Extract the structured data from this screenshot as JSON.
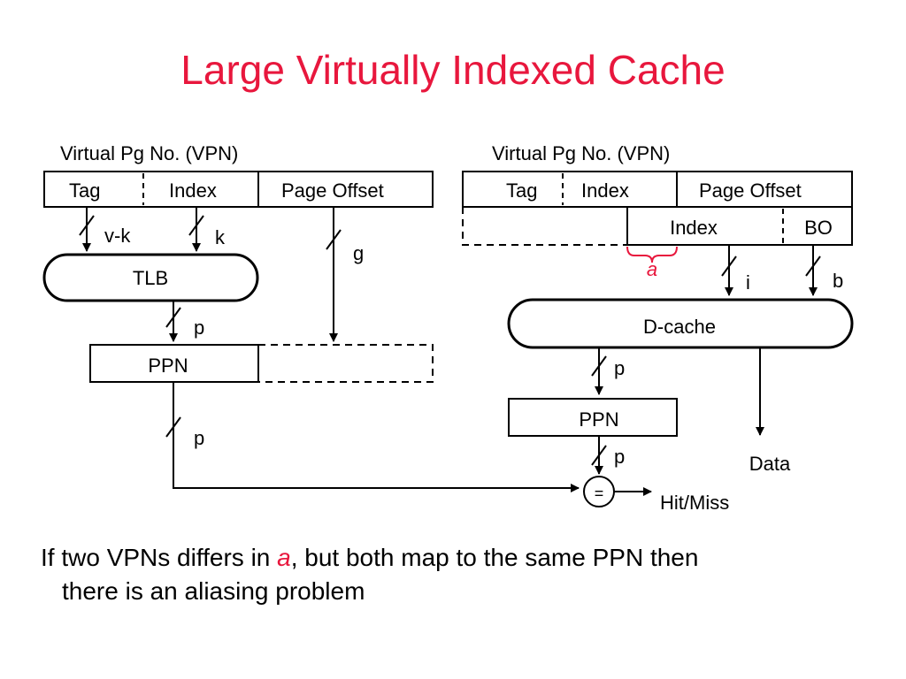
{
  "title": "Large Virtually Indexed Cache",
  "left": {
    "vpn_label": "Virtual Pg No. (VPN)",
    "fields": {
      "tag": "Tag",
      "index": "Index",
      "page_offset": "Page Offset"
    },
    "widths": {
      "tag": "v-k",
      "index": "k",
      "offset": "g",
      "ppn_in": "p",
      "ppn_out": "p"
    },
    "tlb": "TLB",
    "ppn": "PPN"
  },
  "right": {
    "vpn_label": "Virtual Pg No. (VPN)",
    "fields": {
      "tag": "Tag",
      "index": "Index",
      "page_offset": "Page Offset"
    },
    "subfields": {
      "index": "Index",
      "bo": "BO"
    },
    "alias_label": "a",
    "widths": {
      "index": "i",
      "bo": "b",
      "ppn_in": "p",
      "ppn_out": "p"
    },
    "dcache": "D-cache",
    "ppn": "PPN",
    "comparator": "=",
    "data": "Data",
    "hit_miss": "Hit/Miss"
  },
  "caption": {
    "part1": "If two VPNs differs in ",
    "alias": "a",
    "part2": ", but both map to the same PPN then",
    "line2": "there is an aliasing problem"
  },
  "colors": {
    "title": "#e8173d",
    "accent": "#e8173d"
  }
}
